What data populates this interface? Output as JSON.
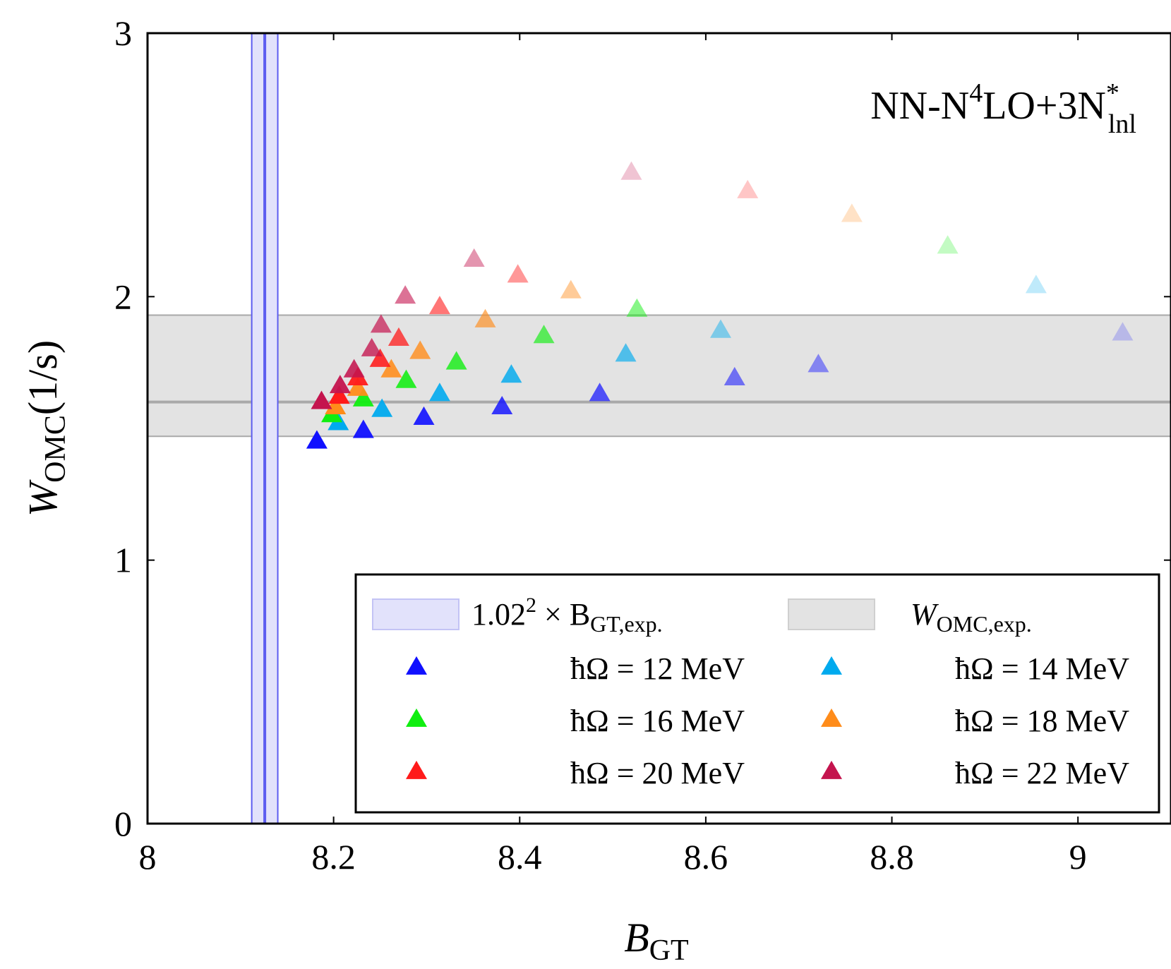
{
  "chart_data": {
    "type": "scatter",
    "xlim": [
      8,
      9.1
    ],
    "ylim": [
      0,
      3
    ],
    "xticks": [
      "8",
      "8.2",
      "8.4",
      "8.6",
      "8.8",
      "9"
    ],
    "yticks": [
      "0",
      "1",
      "2",
      "3"
    ],
    "xticks_values": [
      8,
      8.2,
      8.4,
      8.6,
      8.8,
      9
    ],
    "yticks_values": [
      0,
      1,
      2,
      3
    ],
    "xlabel": {
      "main": "B",
      "sub": "GT"
    },
    "ylabel": {
      "main": "W",
      "sub": "OMC",
      "rest": "(1/s)"
    },
    "annotation": {
      "main": "NN-N",
      "sup1": "4",
      "mid": "LO+3N",
      "sup2": "*",
      "sub2": "lnl"
    },
    "grid": false,
    "legend_position": "bottom-right",
    "bands": {
      "x_band": {
        "label": {
          "pre": "1.02",
          "sup": "2",
          "mid": " × B",
          "sub": "GT,exp."
        },
        "center": 8.126,
        "low": 8.112,
        "high": 8.14,
        "fill": "#e2e2fb",
        "edge": "#5c5cf0"
      },
      "y_band": {
        "label": {
          "main": "W",
          "sub": "OMC,exp."
        },
        "center": 1.6,
        "low": 1.47,
        "high": 1.93,
        "fill": "#e3e3e3",
        "edge": "#a9a9a9"
      }
    },
    "series": [
      {
        "name": "ħΩ = 12 MeV",
        "color": "#1010ff",
        "points": [
          [
            8.182,
            1.45,
            1.0
          ],
          [
            8.232,
            1.49,
            0.95
          ],
          [
            8.297,
            1.54,
            0.9
          ],
          [
            8.381,
            1.58,
            0.82
          ],
          [
            8.486,
            1.63,
            0.7
          ],
          [
            8.631,
            1.69,
            0.55
          ],
          [
            8.721,
            1.74,
            0.45
          ],
          [
            9.048,
            1.86,
            0.2
          ]
        ]
      },
      {
        "name": "ħΩ = 14 MeV",
        "color": "#00aaee",
        "points": [
          [
            8.205,
            1.52,
            1.0
          ],
          [
            8.252,
            1.57,
            0.95
          ],
          [
            8.314,
            1.63,
            0.9
          ],
          [
            8.391,
            1.7,
            0.82
          ],
          [
            8.514,
            1.78,
            0.65
          ],
          [
            8.616,
            1.87,
            0.45
          ],
          [
            8.955,
            2.04,
            0.25
          ]
        ]
      },
      {
        "name": "ħΩ = 16 MeV",
        "color": "#10ee10",
        "points": [
          [
            8.198,
            1.55,
            1.0
          ],
          [
            8.232,
            1.61,
            0.95
          ],
          [
            8.278,
            1.68,
            0.88
          ],
          [
            8.332,
            1.75,
            0.8
          ],
          [
            8.426,
            1.85,
            0.65
          ],
          [
            8.526,
            1.95,
            0.5
          ],
          [
            8.86,
            2.19,
            0.25
          ]
        ]
      },
      {
        "name": "ħΩ = 18 MeV",
        "color": "#ff8c1a",
        "points": [
          [
            8.202,
            1.58,
            1.0
          ],
          [
            8.226,
            1.65,
            0.95
          ],
          [
            8.262,
            1.72,
            0.88
          ],
          [
            8.293,
            1.79,
            0.8
          ],
          [
            8.363,
            1.91,
            0.65
          ],
          [
            8.455,
            2.02,
            0.45
          ],
          [
            8.757,
            2.31,
            0.25
          ]
        ]
      },
      {
        "name": "ħΩ = 20 MeV",
        "color": "#ff1a1a",
        "points": [
          [
            8.206,
            1.62,
            1.0
          ],
          [
            8.226,
            1.69,
            0.95
          ],
          [
            8.25,
            1.76,
            0.88
          ],
          [
            8.27,
            1.84,
            0.75
          ],
          [
            8.314,
            1.96,
            0.6
          ],
          [
            8.398,
            2.08,
            0.45
          ],
          [
            8.645,
            2.4,
            0.25
          ]
        ]
      },
      {
        "name": "ħΩ = 22 MeV",
        "color": "#c4144e",
        "points": [
          [
            8.187,
            1.6,
            1.0
          ],
          [
            8.207,
            1.66,
            0.95
          ],
          [
            8.222,
            1.72,
            0.88
          ],
          [
            8.241,
            1.8,
            0.78
          ],
          [
            8.251,
            1.89,
            0.7
          ],
          [
            8.277,
            2.0,
            0.6
          ],
          [
            8.351,
            2.14,
            0.45
          ],
          [
            8.52,
            2.47,
            0.25
          ]
        ]
      }
    ]
  }
}
